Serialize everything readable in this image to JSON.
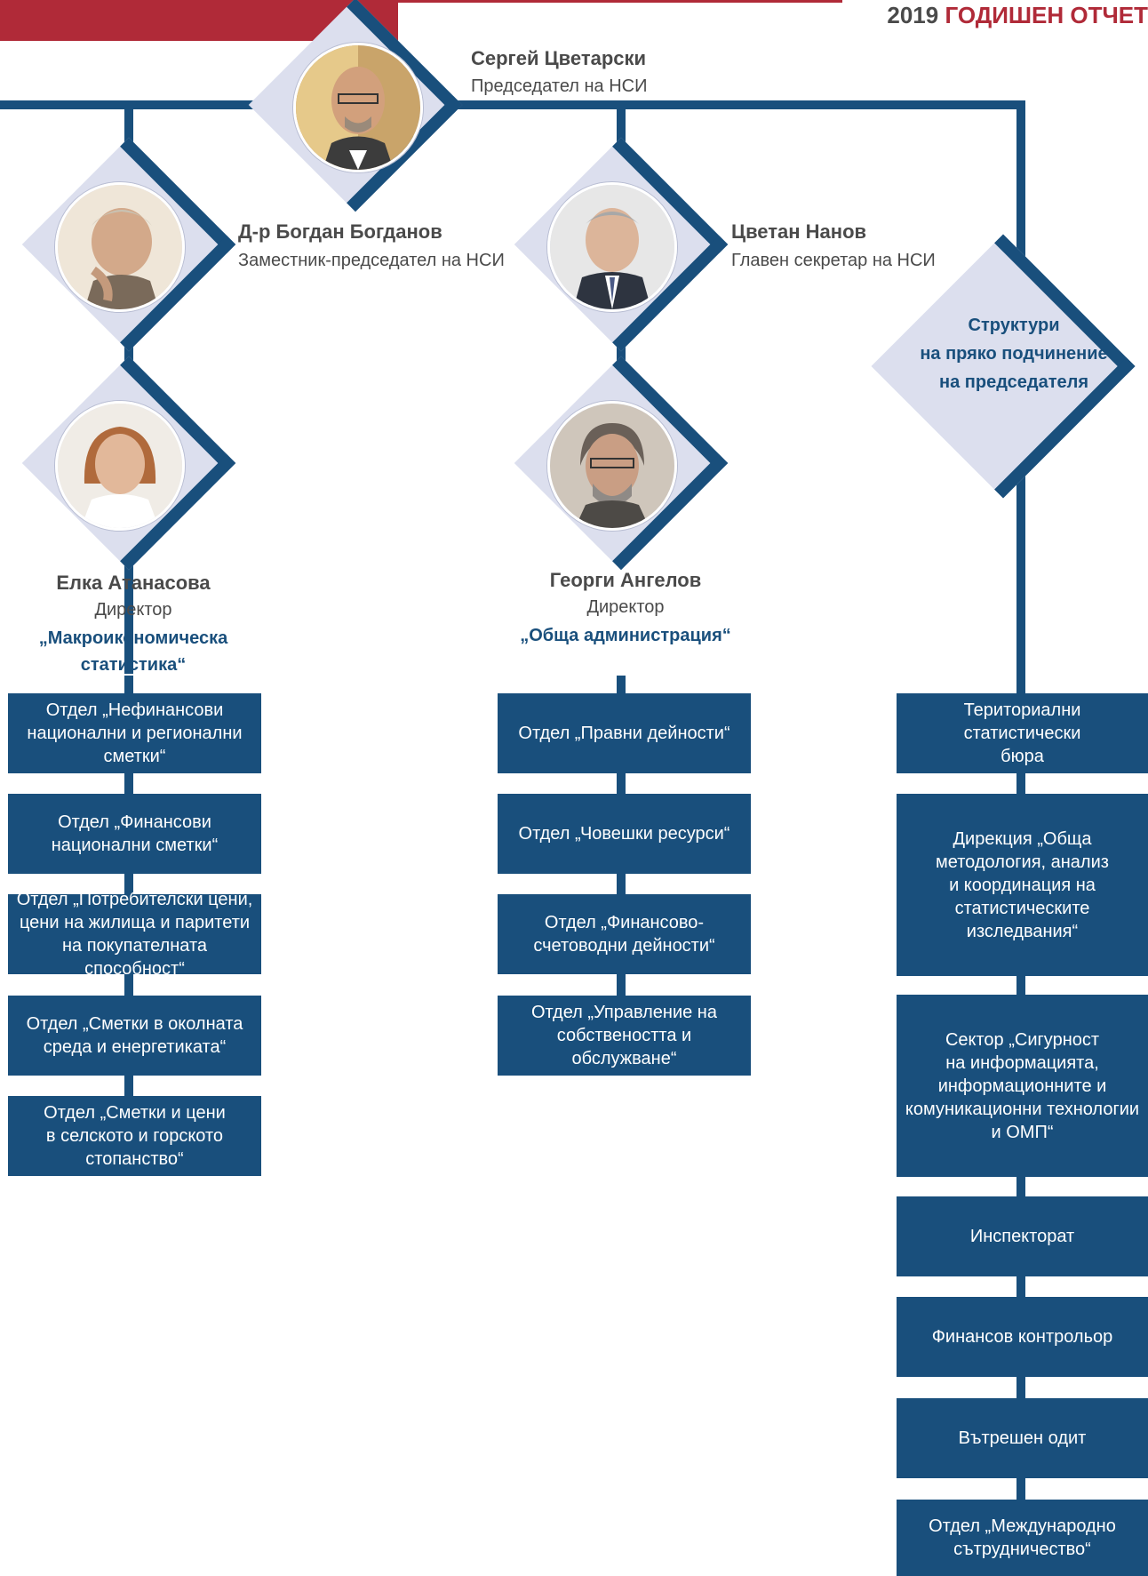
{
  "header": {
    "year": "2019",
    "title": "ГОДИШЕН ОТЧЕТ"
  },
  "chairman": {
    "name": "Сергей Цветарски",
    "role": "Председател на НСИ"
  },
  "deputy": {
    "name": "Д-р Богдан Богданов",
    "role": "Заместник-председател на НСИ"
  },
  "secretary": {
    "name": "Цветан Нанов",
    "role": "Главен секретар на НСИ"
  },
  "director_macro": {
    "name": "Елка Атанасова",
    "role": "Директор",
    "dept": "„Макроикономическа\nстатистика“"
  },
  "director_admin": {
    "name": "Георги Ангелов",
    "role": "Директор",
    "dept": "„Обща администрация“"
  },
  "structures": {
    "title": "Структури\nна пряко подчинение\nна председателя"
  },
  "macro_units": [
    "Отдел „Нефинансови\nнационални и регионални\nсметки“",
    "Отдел „Финансови\nнационални сметки“",
    "Отдел „Потребителски цени,\nцени на жилища и паритети\nна покупателната способност“",
    "Отдел „Сметки в околната\nсреда и енергетиката“",
    "Отдел „Сметки и цени\nв селското и горското\nстопанство“"
  ],
  "admin_units": [
    "Отдел „Правни дейности“",
    "Отдел „Човешки ресурси“",
    "Отдел „Финансово-\nсчетоводни дейности“",
    "Отдел „Управление на\nсобствеността и обслужване“"
  ],
  "direct_units": [
    "Териториални статистически\nбюра",
    "Дирекция „Обща\nметодология, анализ\nи координация на\nстатистическите\nизследвания“",
    "Сектор „Сигурност\nна информацията,\nинформационните и\nкомуникационни технологии\nи ОМП“",
    "Инспекторат",
    "Финансов контрольор",
    "Вътрешен одит",
    "Отдел „Международно\nсътрудничество“"
  ],
  "colors": {
    "navy": "#194f7c",
    "red": "#b02a38",
    "lavender": "#dcdfee"
  }
}
